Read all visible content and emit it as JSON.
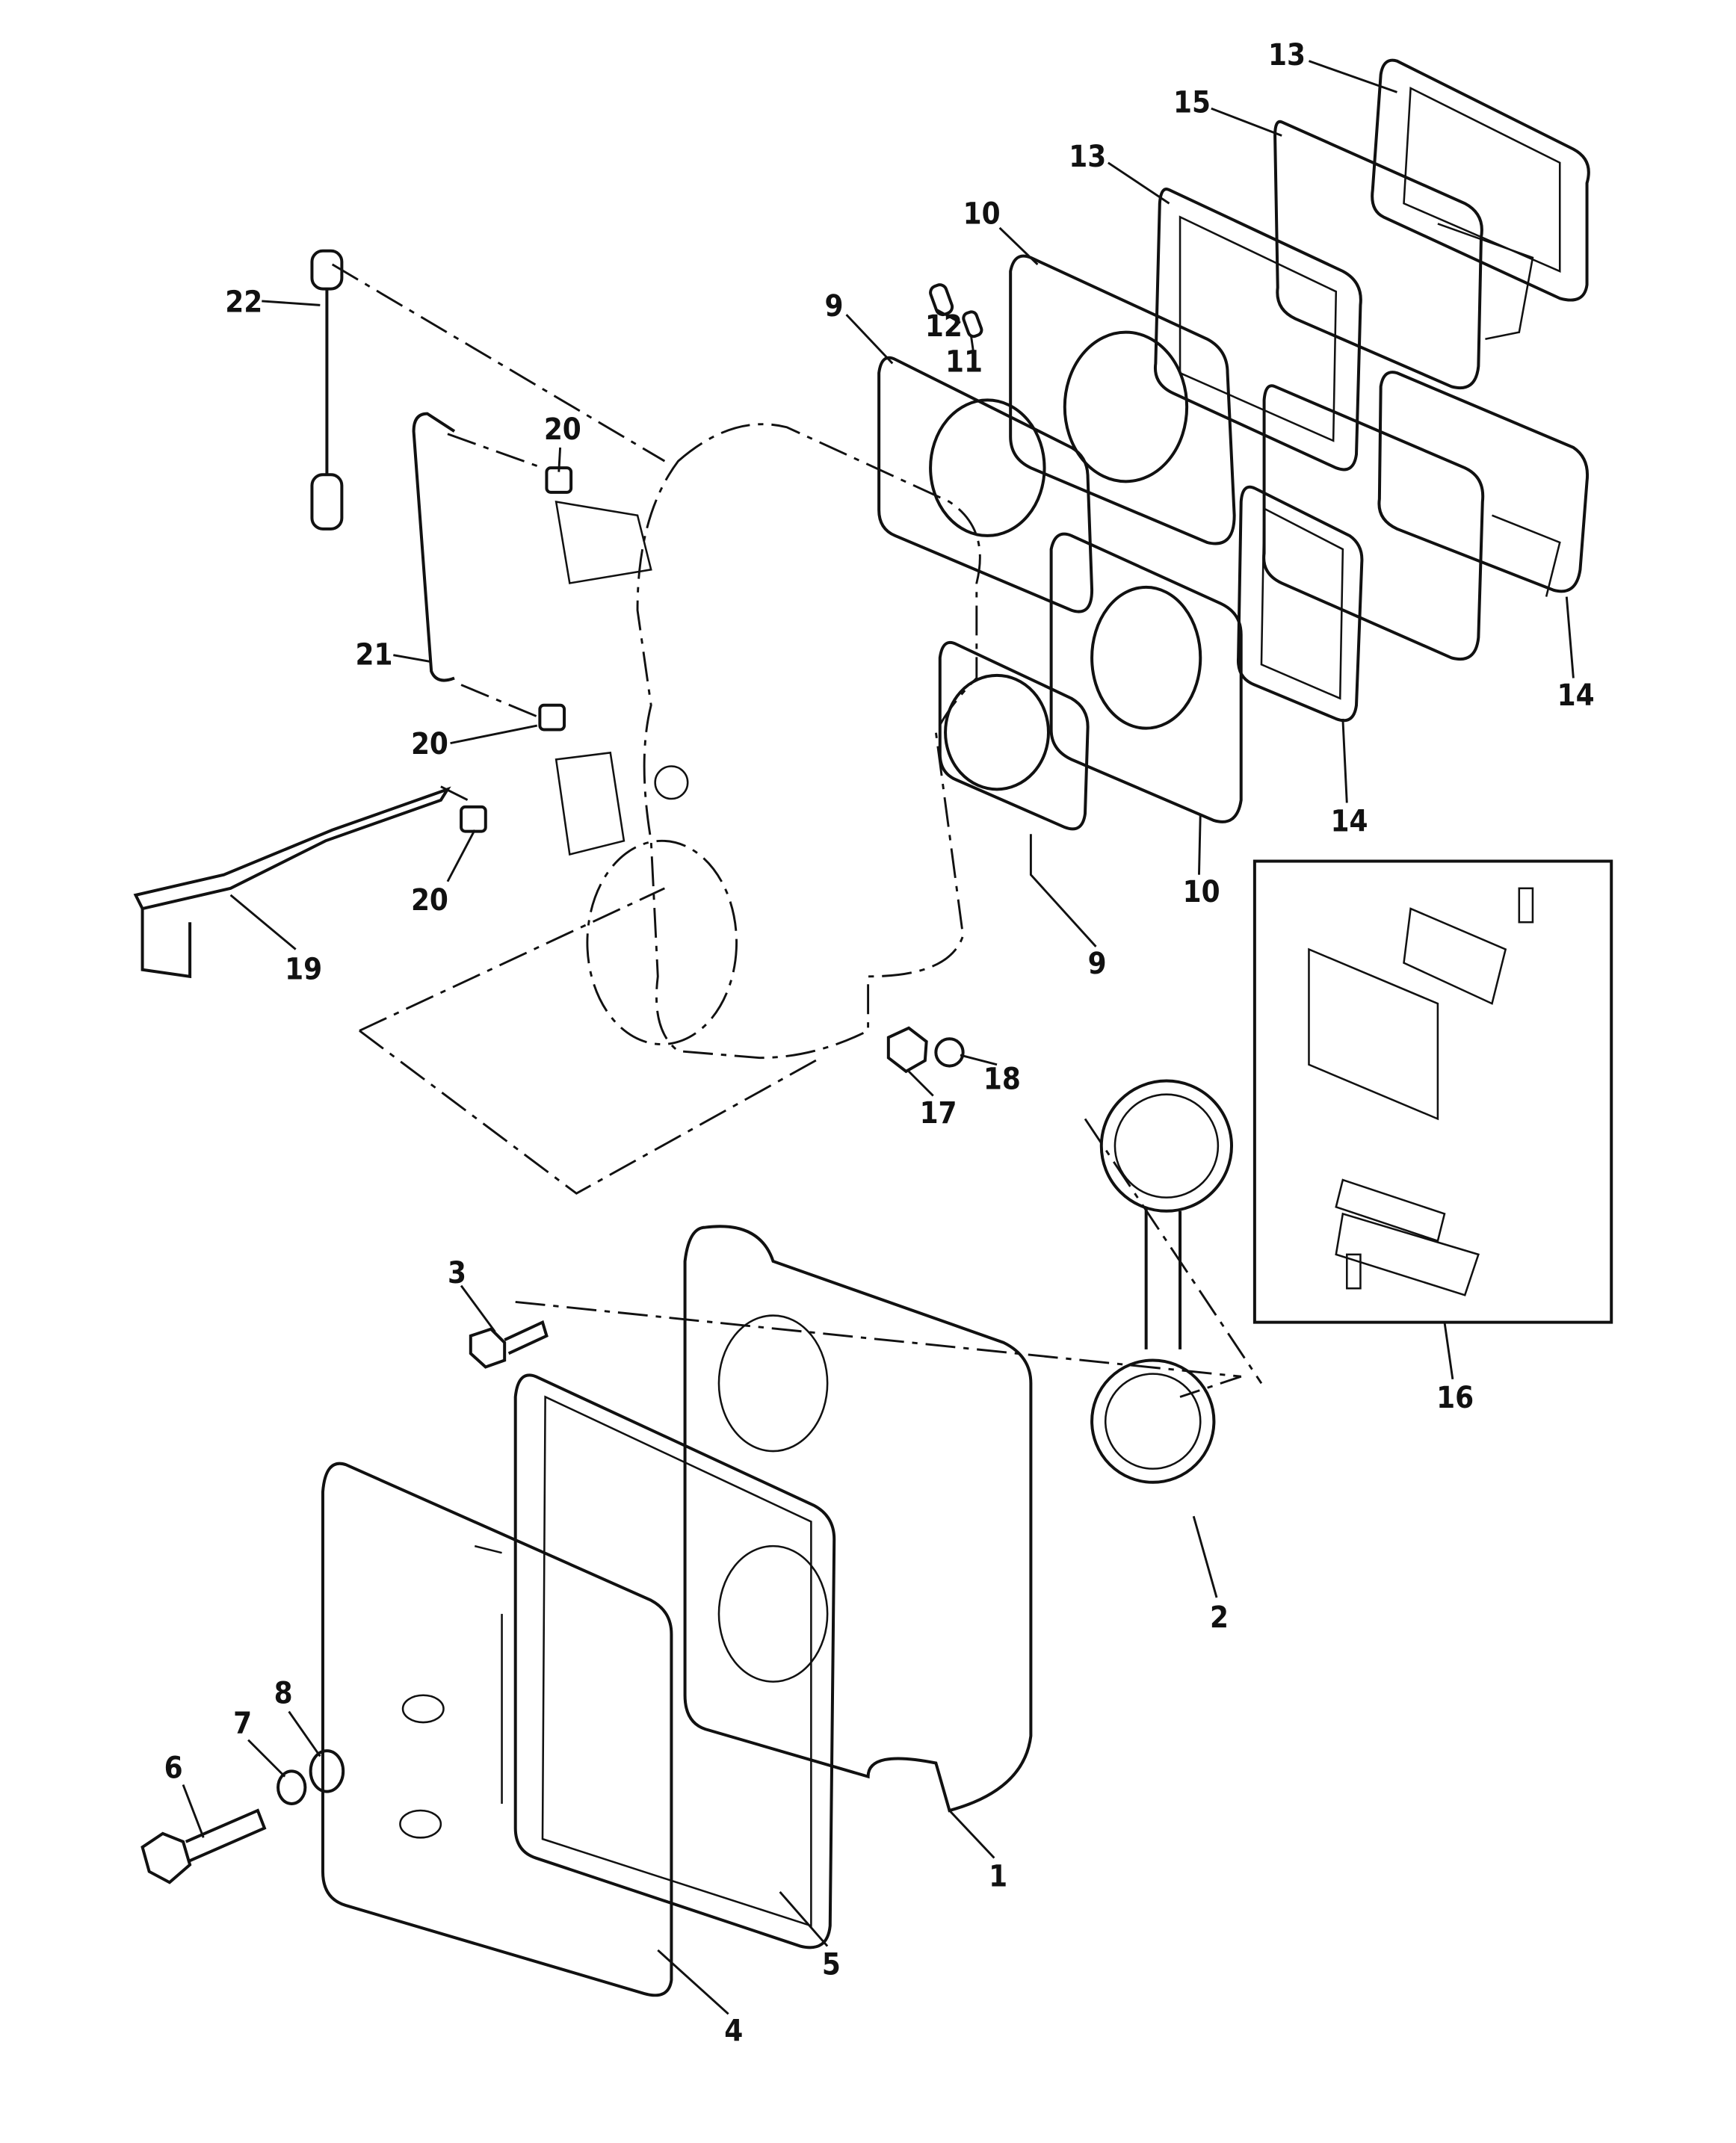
{
  "diagram": {
    "callouts": {
      "c13a": "13",
      "c15": "15",
      "c13b": "13",
      "c10a": "10",
      "c9a": "9",
      "c12": "12",
      "c11": "11",
      "c22": "22",
      "c20a": "20",
      "c21": "21",
      "c20b": "20",
      "c20c": "20",
      "c19": "19",
      "c9b": "9",
      "c10b": "10",
      "c14a": "14",
      "c14b": "14",
      "c17": "17",
      "c18": "18",
      "c16": "16",
      "c3": "3",
      "c2": "2",
      "c1": "1",
      "c5": "5",
      "c4": "4",
      "c6": "6",
      "c7": "7",
      "c8": "8"
    }
  }
}
